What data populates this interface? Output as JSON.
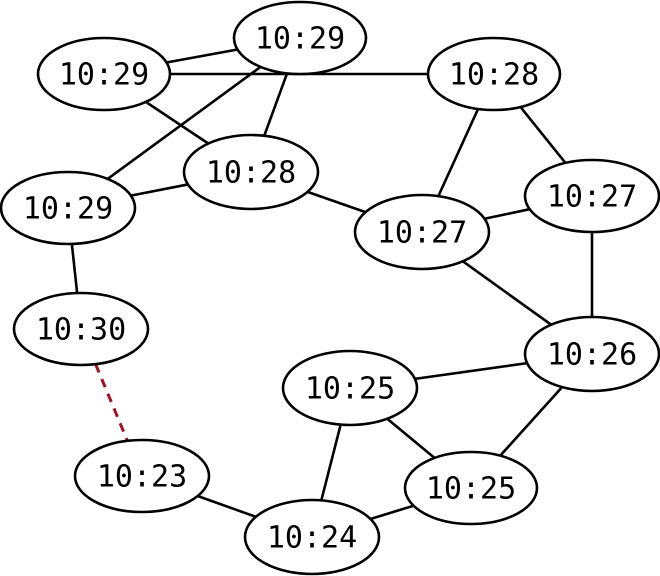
{
  "nodes": [
    {
      "id": "n1",
      "label": "10:29"
    },
    {
      "id": "n2",
      "label": "10:29"
    },
    {
      "id": "n3",
      "label": "10:28"
    },
    {
      "id": "n4",
      "label": "10:28"
    },
    {
      "id": "n5",
      "label": "10:29"
    },
    {
      "id": "n6",
      "label": "10:27"
    },
    {
      "id": "n7",
      "label": "10:27"
    },
    {
      "id": "n8",
      "label": "10:30"
    },
    {
      "id": "n9",
      "label": "10:26"
    },
    {
      "id": "n10",
      "label": "10:25"
    },
    {
      "id": "n11",
      "label": "10:23"
    },
    {
      "id": "n12",
      "label": "10:25"
    },
    {
      "id": "n13",
      "label": "10:24"
    }
  ],
  "edges": [
    {
      "from": "n1",
      "to": "n2"
    },
    {
      "from": "n1",
      "to": "n3"
    },
    {
      "from": "n1",
      "to": "n4"
    },
    {
      "from": "n2",
      "to": "n5"
    },
    {
      "from": "n2",
      "to": "n4"
    },
    {
      "from": "n3",
      "to": "n6"
    },
    {
      "from": "n3",
      "to": "n7"
    },
    {
      "from": "n4",
      "to": "n5"
    },
    {
      "from": "n4",
      "to": "n7"
    },
    {
      "from": "n5",
      "to": "n8"
    },
    {
      "from": "n7",
      "to": "n6"
    },
    {
      "from": "n7",
      "to": "n9"
    },
    {
      "from": "n6",
      "to": "n9"
    },
    {
      "from": "n9",
      "to": "n10"
    },
    {
      "from": "n9",
      "to": "n12"
    },
    {
      "from": "n10",
      "to": "n12"
    },
    {
      "from": "n10",
      "to": "n13"
    },
    {
      "from": "n12",
      "to": "n13"
    },
    {
      "from": "n11",
      "to": "n13"
    },
    {
      "from": "n8",
      "to": "n11",
      "style": "dashed"
    }
  ],
  "colors": {
    "edge": "#000000",
    "dashed_edge": "#a0112a",
    "node_fill": "#ffffff",
    "node_stroke": "#000000"
  }
}
